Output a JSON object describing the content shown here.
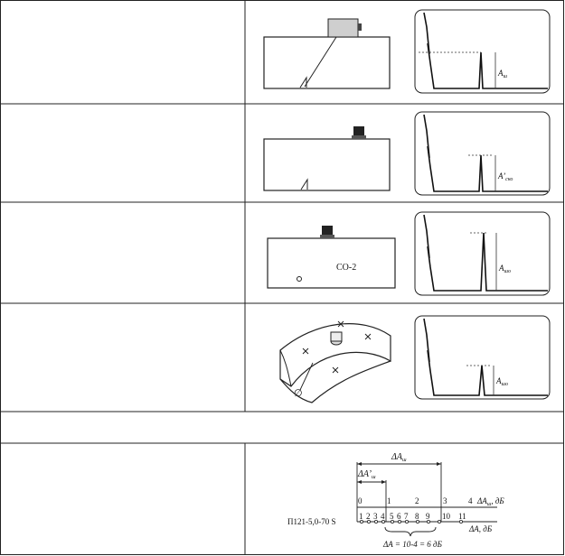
{
  "rows": [
    {
      "id": "row1",
      "text_left": "",
      "scope_label": "A",
      "scope_sub": "ш"
    },
    {
      "id": "row2",
      "text_left": "",
      "scope_label": "A’",
      "scope_sub": "ско"
    },
    {
      "id": "row3",
      "text_left": "",
      "block_label": "СО-2",
      "scope_label": "A",
      "scope_sub": "шо"
    },
    {
      "id": "row4",
      "text_left": "",
      "diameter_symbol": "∅",
      "scope_label": "A",
      "scope_sub": "шо"
    }
  ],
  "wide_row_text": "",
  "scale": {
    "probe_label": "П121-5,0-70 S",
    "top_ticks": [
      "0",
      "1",
      "2",
      "3",
      "4"
    ],
    "bottom_ticks": [
      "1",
      "2",
      "3",
      "4",
      "5",
      "6",
      "7",
      "8",
      "9",
      "10",
      "11"
    ],
    "delta_a_sh": "ΔA",
    "delta_a_sh_sub": "ш",
    "delta_a_prime": "ΔA’",
    "delta_a_prime_sub": "ш",
    "top_axis_unit": "ΔA",
    "top_axis_unit_sub": "ш",
    "top_axis_unit_tail": ", дБ",
    "bottom_axis_unit": "ΔA, дБ",
    "equation": "ΔA = 10-4 = 6 дБ"
  }
}
